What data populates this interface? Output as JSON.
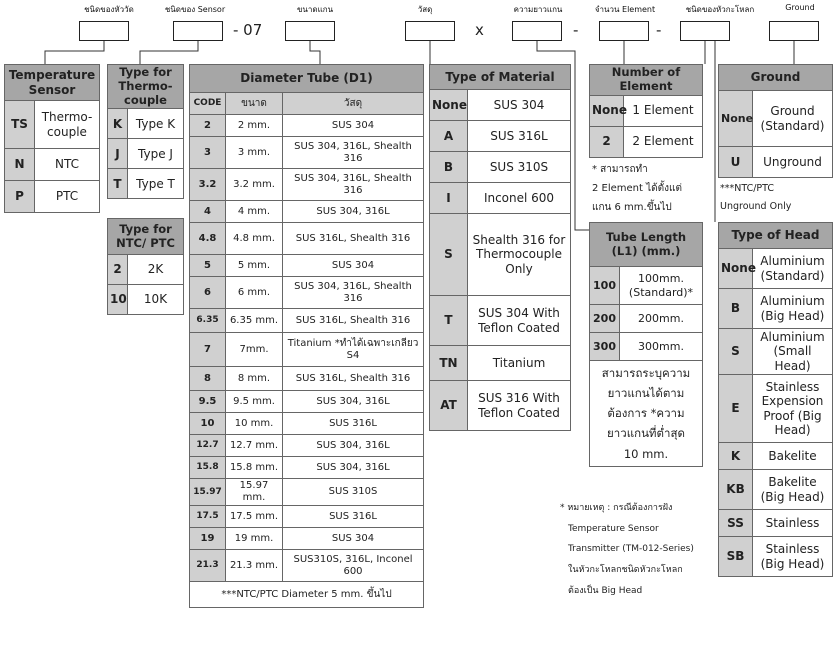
{
  "top_labels": [
    "ชนิดของหัววัด",
    "ชนิดของ Sensor",
    "ขนาดแกน",
    "วัสดุ",
    "ความยาวแกน",
    "จำนวน Element",
    "ชนิดของหัวกะโหลก",
    "Ground"
  ],
  "separators": {
    "dash07": "- 07",
    "x": "x",
    "dash1": "-",
    "dash2": "-"
  },
  "temp_sensor": {
    "title": "Temperature Sensor",
    "rows": [
      [
        "TS",
        "Thermo-couple"
      ],
      [
        "N",
        "NTC"
      ],
      [
        "P",
        "PTC"
      ]
    ]
  },
  "thermocouple": {
    "title": "Type for Thermo-couple",
    "rows": [
      [
        "K",
        "Type K"
      ],
      [
        "J",
        "Type J"
      ],
      [
        "T",
        "Type T"
      ]
    ]
  },
  "ntc": {
    "title": "Type for NTC/ PTC",
    "rows": [
      [
        "2",
        "2K"
      ],
      [
        "10",
        "10K"
      ]
    ]
  },
  "diameter": {
    "title": "Diameter Tube (D1)",
    "headers": [
      "CODE",
      "ขนาด",
      "วัสดุ"
    ],
    "rows": [
      [
        "2",
        "2 mm.",
        "SUS 304"
      ],
      [
        "3",
        "3 mm.",
        "SUS 304, 316L, Shealth 316"
      ],
      [
        "3.2",
        "3.2 mm.",
        "SUS 304, 316L, Shealth 316"
      ],
      [
        "4",
        "4 mm.",
        "SUS 304, 316L"
      ],
      [
        "4.8",
        "4.8 mm.",
        "SUS 316L, Shealth 316"
      ],
      [
        "5",
        "5 mm.",
        "SUS 304"
      ],
      [
        "6",
        "6 mm.",
        "SUS 304, 316L, Shealth 316"
      ],
      [
        "6.35",
        "6.35 mm.",
        "SUS 316L, Shealth 316"
      ],
      [
        "7",
        "7mm.",
        "Titanium *ทำได้เฉพาะเกลียว S4"
      ],
      [
        "8",
        "8 mm.",
        "SUS 316L, Shealth 316"
      ],
      [
        "9.5",
        "9.5 mm.",
        "SUS 304, 316L"
      ],
      [
        "10",
        "10 mm.",
        "SUS 316L"
      ],
      [
        "12.7",
        "12.7 mm.",
        "SUS 304, 316L"
      ],
      [
        "15.8",
        "15.8 mm.",
        "SUS 304, 316L"
      ],
      [
        "15.97",
        "15.97 mm.",
        "SUS 310S"
      ],
      [
        "17.5",
        "17.5 mm.",
        "SUS 316L"
      ],
      [
        "19",
        "19 mm.",
        "SUS 304"
      ],
      [
        "21.3",
        "21.3 mm.",
        "SUS310S, 316L, Inconel 600"
      ]
    ],
    "footer": "***NTC/PTC Diameter 5 mm. ขึ้นไป"
  },
  "material": {
    "title": "Type of Material",
    "rows": [
      [
        "None",
        "SUS 304"
      ],
      [
        "A",
        "SUS 316L"
      ],
      [
        "B",
        "SUS 310S"
      ],
      [
        "I",
        "Inconel 600"
      ],
      [
        "S",
        "Shealth 316 for Thermocouple Only"
      ],
      [
        "T",
        "SUS 304 With Teflon Coated"
      ],
      [
        "TN",
        "Titanium"
      ],
      [
        "AT",
        "SUS 316 With Teflon Coated"
      ]
    ]
  },
  "element": {
    "title": "Number of Element",
    "rows": [
      [
        "None",
        "1 Element"
      ],
      [
        "2",
        "2 Element"
      ]
    ],
    "note": [
      "* สามารถทำ",
      "2 Element ได้ตั้งแต่",
      "แกน 6 mm.ขึ้นไป"
    ]
  },
  "tube_length": {
    "title": "Tube Length (L1) (mm.)",
    "rows": [
      [
        "100",
        "100mm. (Standard)*"
      ],
      [
        "200",
        "200mm."
      ],
      [
        "300",
        "300mm."
      ]
    ],
    "footer": "สามารถระบุความยาวแกนได้ตามต้องการ *ความยาวแกนที่ต่ำสุด 10 mm."
  },
  "remark": [
    "* หมายเหตุ : กรณีต้องการฝัง",
    "Temperature Sensor",
    "Transmitter (TM-012-Series)",
    "ในหัวกะโหลกชนิดหัวกะโหลก",
    "ต้องเป็น Big Head"
  ],
  "ground": {
    "title": "Ground",
    "rows": [
      [
        "None",
        "Ground (Standard)"
      ],
      [
        "U",
        "Unground"
      ]
    ],
    "note": [
      "***NTC/PTC",
      "Unground Only"
    ]
  },
  "head": {
    "title": "Type of Head",
    "rows": [
      [
        "None",
        "Aluminium (Standard)"
      ],
      [
        "B",
        "Aluminium (Big Head)"
      ],
      [
        "S",
        "Aluminium (Small Head)"
      ],
      [
        "E",
        "Stainless Expension Proof (Big Head)"
      ],
      [
        "K",
        "Bakelite"
      ],
      [
        "KB",
        "Bakelite (Big Head)"
      ],
      [
        "SS",
        "Stainless"
      ],
      [
        "SB",
        "Stainless (Big Head)"
      ]
    ]
  }
}
